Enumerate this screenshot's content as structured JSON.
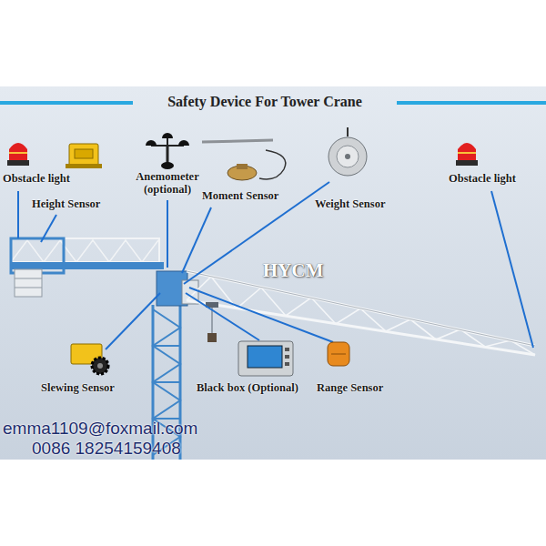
{
  "diagram": {
    "title": "Safety Device For Tower Crane",
    "labels": [
      "Obstacle light",
      "Height Sensor",
      "Anemometer (optional)",
      "Moment Sensor",
      "Weight Sensor",
      "Obstacle light",
      "HYCM",
      "Slewing Sensor",
      "Black box (Optional)",
      "Range Sensor",
      "emma1109@foxmail.com",
      "0086 18254159408"
    ]
  }
}
